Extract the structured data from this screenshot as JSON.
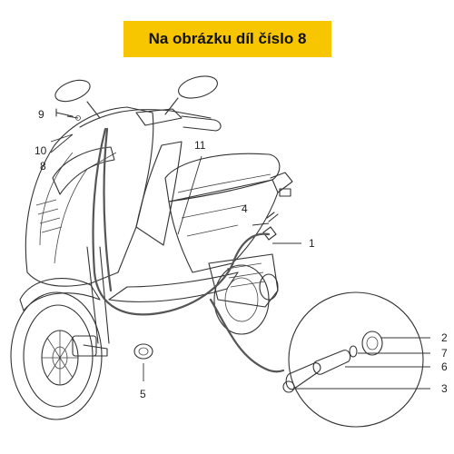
{
  "banner": {
    "title": "Na obrázku díl číslo 8",
    "color": "#f7c600"
  },
  "callouts": {
    "c1": "1",
    "c2": "2",
    "c3": "3",
    "c4": "4",
    "c5": "5",
    "c6": "6",
    "c7": "7",
    "c8": "8",
    "c9": "9",
    "c10": "10",
    "c11": "11"
  }
}
